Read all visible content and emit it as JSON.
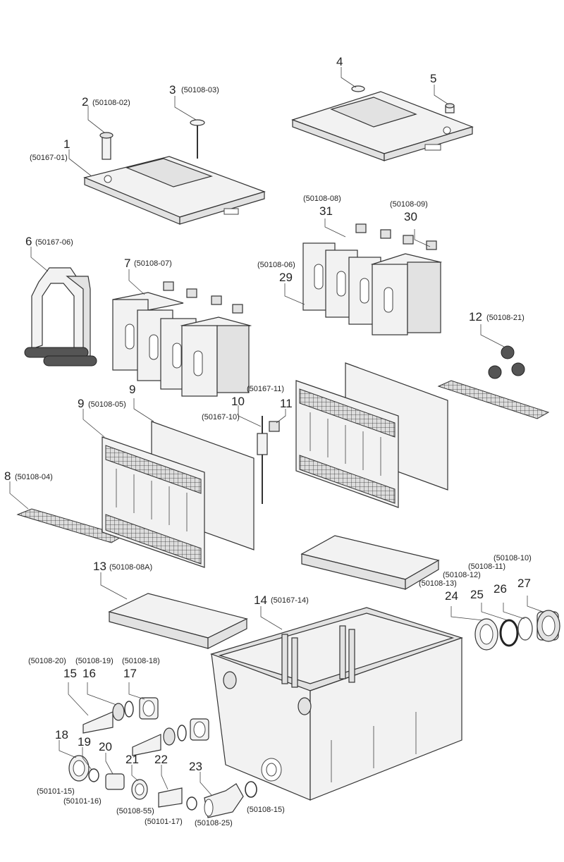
{
  "callouts": [
    {
      "n": "1",
      "codes": [
        "(50167-01)"
      ]
    },
    {
      "n": "2",
      "codes": [
        "(50108-02)"
      ]
    },
    {
      "n": "3",
      "codes": [
        "(50108-03)"
      ]
    },
    {
      "n": "4",
      "codes": []
    },
    {
      "n": "5",
      "codes": []
    },
    {
      "n": "6",
      "codes": [
        "(50167-06)"
      ]
    },
    {
      "n": "7",
      "codes": [
        "(50108-07)"
      ]
    },
    {
      "n": "8",
      "codes": [
        "(50108-04)"
      ]
    },
    {
      "n": "9",
      "codes": [
        "(50108-05)"
      ]
    },
    {
      "n": "9",
      "codes": []
    },
    {
      "n": "10",
      "codes": [
        "(50167-10)"
      ]
    },
    {
      "n": "11",
      "codes": [
        "(50167-11)"
      ]
    },
    {
      "n": "12",
      "codes": [
        "(50108-21)"
      ]
    },
    {
      "n": "13",
      "codes": [
        "(50108-08A)"
      ]
    },
    {
      "n": "14",
      "codes": [
        "(50167-14)"
      ]
    },
    {
      "n": "15",
      "codes": [
        "(50108-20)"
      ]
    },
    {
      "n": "16",
      "codes": [
        "(50108-19)"
      ]
    },
    {
      "n": "17",
      "codes": [
        "(50108-18)"
      ]
    },
    {
      "n": "18",
      "codes": [
        "(50101-15)"
      ]
    },
    {
      "n": "19",
      "codes": []
    },
    {
      "n": "20",
      "codes": [
        "(50101-16)"
      ]
    },
    {
      "n": "21",
      "codes": [
        "(50108-55)"
      ]
    },
    {
      "n": "22",
      "codes": [
        "(50101-17)"
      ]
    },
    {
      "n": "23",
      "codes": [
        "(50108-25)"
      ]
    },
    {
      "n": "24",
      "codes": []
    },
    {
      "n": "25",
      "codes": []
    },
    {
      "n": "26",
      "codes": []
    },
    {
      "n": "27",
      "codes": []
    },
    {
      "n": "29",
      "codes": [
        "(50108-06)"
      ]
    },
    {
      "n": "30",
      "codes": [
        "(50108-09)"
      ]
    },
    {
      "n": "31",
      "codes": [
        "(50108-08)"
      ]
    }
  ],
  "extra_codes": [
    "(50108-10)",
    "(50108-11)",
    "(50108-12)",
    "(50108-13)",
    "(50108-15)"
  ]
}
